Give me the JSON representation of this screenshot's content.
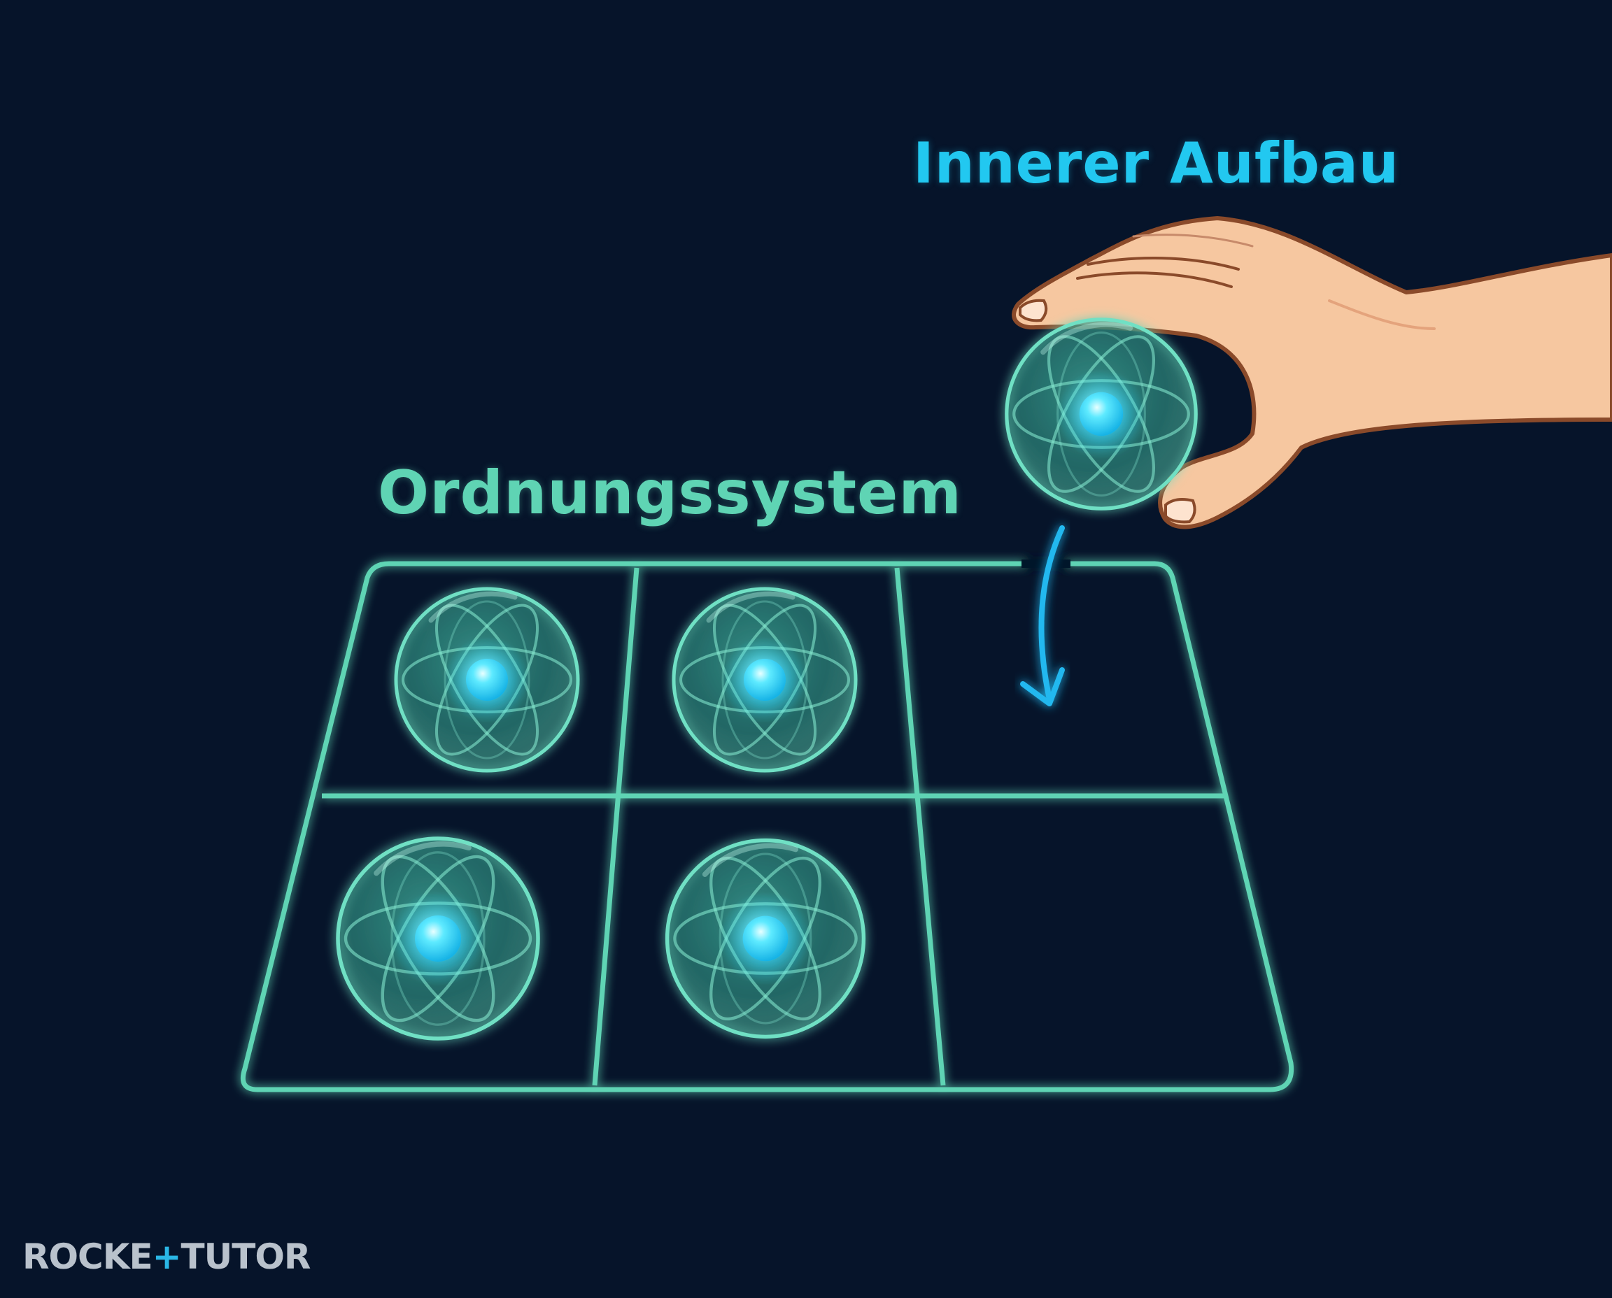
{
  "labels": {
    "ordnungssystem": "Ordnungssystem",
    "innerer_aufbau": "Innerer Aufbau"
  },
  "logo": {
    "part1": "ROCKE",
    "plus": "+",
    "part2": "TUTOR"
  },
  "colors": {
    "background": "#06142a",
    "grid": "#5fd4b4",
    "label_ordnung": "#5fd4b4",
    "label_aufbau": "#22c8f0",
    "nucleus": "#39e0ff",
    "arrow": "#22b8ef",
    "skin": "#f6c7a0",
    "skin_outline": "#8a4a2a"
  },
  "grid": {
    "rows": 2,
    "cols": 3,
    "cells": [
      {
        "row": 1,
        "col": 1,
        "atom": true
      },
      {
        "row": 1,
        "col": 2,
        "atom": true
      },
      {
        "row": 1,
        "col": 3,
        "atom": false
      },
      {
        "row": 2,
        "col": 1,
        "atom": true
      },
      {
        "row": 2,
        "col": 2,
        "atom": true
      },
      {
        "row": 2,
        "col": 3,
        "atom": false
      }
    ]
  },
  "icons": [
    "atom-sphere-icon",
    "hand-icon",
    "curved-arrow-down-icon"
  ]
}
